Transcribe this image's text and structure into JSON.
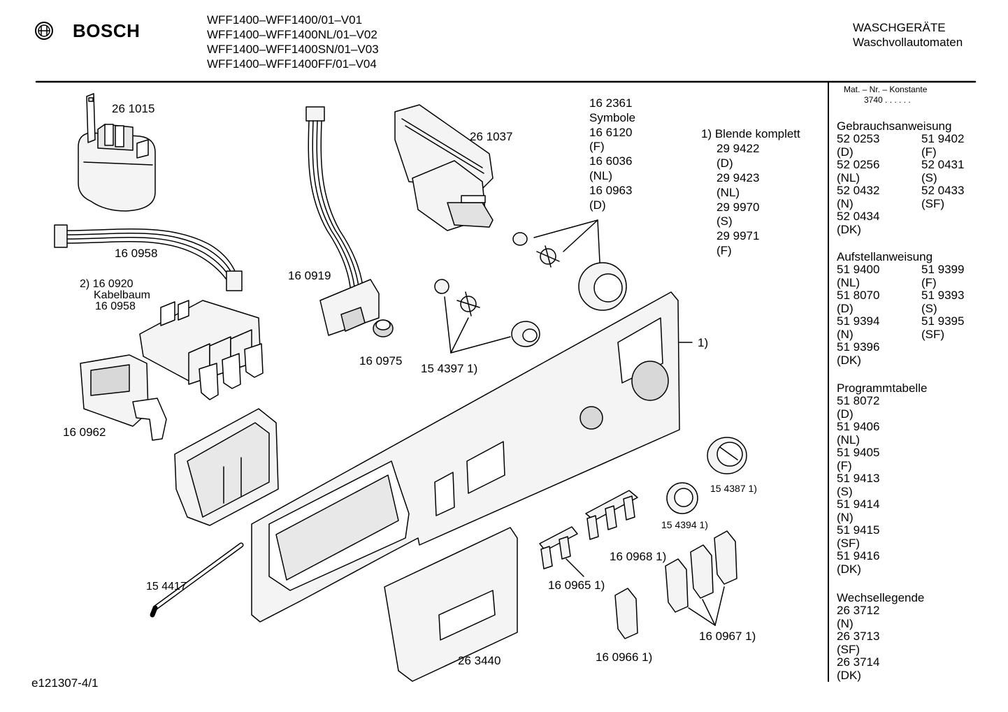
{
  "header": {
    "brand": "BOSCH",
    "models": [
      "WFF1400–WFF1400/01–V01",
      "WFF1400–WFF1400NL/01–V02",
      "WFF1400–WFF1400SN/01–V03",
      "WFF1400–WFF1400FF/01–V04"
    ],
    "category_line1": "WASCHGERÄTE",
    "category_line2": "Waschvollautomaten"
  },
  "colors": {
    "line": "#000000",
    "fill": "#f4f4f4",
    "shade": "#d8d8d8",
    "background": "#ffffff"
  },
  "parts": {
    "p261015": "26 1015",
    "p160958": "16 0958",
    "p160920_line1": "2) 16 0920",
    "p160920_line2": "Kabelbaum",
    "p160920_line3": "16 0958",
    "p160962": "16 0962",
    "p160919": "16 0919",
    "p160975": "16 0975",
    "p261037": "26 1037",
    "p154397": "15 4397 1)",
    "symbole": [
      "16 2361",
      "Symbole",
      "16 6120",
      "(F)",
      "16 6036",
      "(NL)",
      "16 0963",
      "(D)"
    ],
    "blende": [
      "1) Blende komplett",
      "29 9422",
      "(D)",
      "29 9423",
      "(NL)",
      "29 9970",
      "(S)",
      "29 9971",
      "(F)"
    ],
    "panel_ref": "1)",
    "p154387": "15 4387 1)",
    "p154394": "15 4394 1)",
    "p160968": "16 0968 1)",
    "p160965": "16 0965 1)",
    "p160967": "16 0967 1)",
    "p160966": "16 0966 1)",
    "p154417": "15 4417",
    "p263440": "26 3440"
  },
  "footer": {
    "code": "e121307-4/1"
  },
  "sidebar": {
    "mat_label": "Mat. – Nr. – Konstante",
    "mat_value": "3740  .  .  .  .  .  .",
    "gebrauch": {
      "title": "Gebrauchsanweisung",
      "rows": [
        [
          "52 0253",
          "51 9402"
        ],
        [
          "(D)",
          "(F)"
        ],
        [
          "52 0256",
          "52 0431"
        ],
        [
          "(NL)",
          "(S)"
        ],
        [
          "52 0432",
          "52 0433"
        ],
        [
          "(N)",
          "(SF)"
        ],
        [
          "52 0434",
          ""
        ],
        [
          "(DK)",
          ""
        ]
      ]
    },
    "aufstell": {
      "title": "Aufstellanweisung",
      "rows": [
        [
          "51 9400",
          "51 9399"
        ],
        [
          "(NL)",
          "(F)"
        ],
        [
          "51 8070",
          "51 9393"
        ],
        [
          "(D)",
          "(S)"
        ],
        [
          "51 9394",
          "51 9395"
        ],
        [
          "(N)",
          "(SF)"
        ],
        [
          "51 9396",
          ""
        ],
        [
          "(DK)",
          ""
        ]
      ]
    },
    "programm": {
      "title": "Programmtabelle",
      "items": [
        "51 8072",
        "(D)",
        "51 9406",
        "(NL)",
        "51 9405",
        "(F)",
        "51 9413",
        "(S)",
        "51 9414",
        "(N)",
        "51 9415",
        "(SF)",
        "51 9416",
        "(DK)"
      ]
    },
    "wechsel": {
      "title": "Wechsellegende",
      "items": [
        "26 3712",
        "(N)",
        "26 3713",
        "(SF)",
        "26 3714",
        "(DK)"
      ]
    }
  }
}
